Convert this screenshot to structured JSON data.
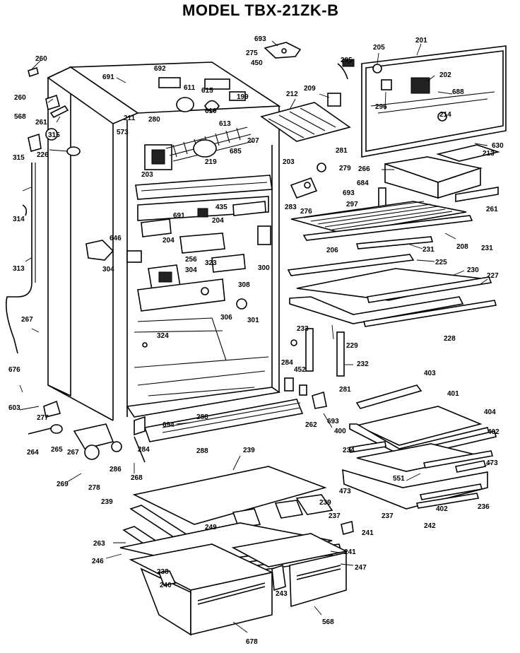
{
  "title": "MODEL TBX-21ZK-B",
  "labels": [
    "260",
    "691",
    "692",
    "611",
    "615",
    "610",
    "199",
    "280",
    "211",
    "613",
    "207",
    "573",
    "685",
    "219",
    "260",
    "261",
    "568",
    "315",
    "315",
    "226",
    "203",
    "203",
    "691",
    "435",
    "204",
    "314",
    "646",
    "204",
    "256",
    "323",
    "304",
    "304",
    "308",
    "306",
    "300",
    "301",
    "313",
    "324",
    "267",
    "676",
    "603",
    "277",
    "264",
    "265",
    "267",
    "286",
    "278",
    "269",
    "268",
    "284",
    "694",
    "288",
    "288",
    "693",
    "275",
    "450",
    "295",
    "205",
    "201",
    "202",
    "209",
    "296",
    "688",
    "212",
    "214",
    "281",
    "279",
    "693",
    "283",
    "276",
    "684",
    "630",
    "213",
    "266",
    "261",
    "297",
    "206",
    "208",
    "231",
    "231",
    "225",
    "230",
    "227",
    "229",
    "228",
    "233",
    "232",
    "281",
    "284",
    "452",
    "262",
    "693",
    "403",
    "401",
    "404",
    "400",
    "402",
    "234",
    "473",
    "402",
    "551",
    "473",
    "237",
    "236",
    "242",
    "239",
    "239",
    "239",
    "249",
    "237",
    "241",
    "263",
    "241",
    "246",
    "238",
    "247",
    "240",
    "243",
    "678",
    "568"
  ]
}
